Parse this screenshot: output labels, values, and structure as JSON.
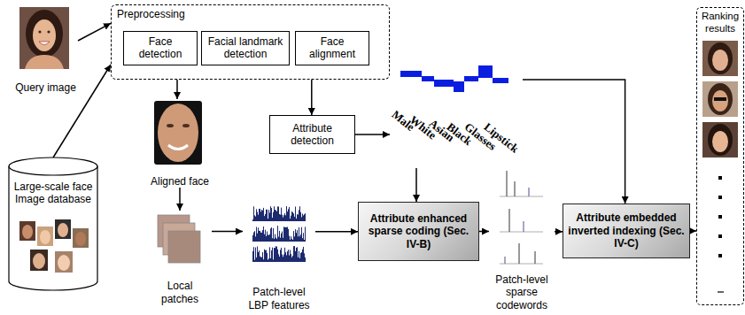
{
  "diagram": {
    "nodes": [
      {
        "text": [
          "Query image"
        ]
      },
      {
        "text": [
          "Preprocessing"
        ]
      },
      {
        "text": [
          "Face detection"
        ],
        "in": 1
      },
      {
        "text": [
          "Facial landmark detection"
        ],
        "in": 1
      },
      {
        "text": [
          "Face alignment"
        ],
        "in": 1
      },
      {
        "text": [
          "Large-scale face Image database"
        ]
      },
      {
        "text": [
          "Aligned face"
        ]
      },
      {
        "text": [
          "Attribute detection"
        ]
      },
      {
        "text": [
          "Male",
          "White",
          "Asian",
          "Black",
          "Glasses",
          "Lipstick"
        ]
      },
      {
        "text": [
          "Local patches"
        ]
      },
      {
        "text": [
          "Patch-level LBP features"
        ]
      },
      {
        "text": [
          "Attribute enhanced sparse coding (Sec. IV-B)"
        ]
      },
      {
        "text": [
          "Patch-level sparse codewords"
        ]
      },
      {
        "text": [
          "Attribute embedded inverted indexing (Sec. IV-C)"
        ]
      },
      {
        "text": [
          "Ranking results"
        ]
      }
    ],
    "edges": [
      {
        "from": 0,
        "to": 1,
        "arrow": "to"
      },
      {
        "from": 5,
        "to": 1,
        "arrow": "to"
      },
      {
        "from": 1,
        "to": 6,
        "arrow": "to"
      },
      {
        "from": 1,
        "to": 7,
        "arrow": "to"
      },
      {
        "from": 7,
        "to": 8,
        "arrow": "to"
      },
      {
        "from": 8,
        "to": 11,
        "arrow": "to"
      },
      {
        "from": 8,
        "to": 13,
        "arrow": "to"
      },
      {
        "from": 6,
        "to": 9,
        "arrow": "to"
      },
      {
        "from": 9,
        "to": 10,
        "arrow": "to"
      },
      {
        "from": 10,
        "to": 11,
        "arrow": "to"
      },
      {
        "from": 11,
        "to": 12,
        "arrow": "to"
      },
      {
        "from": 12,
        "to": 13,
        "arrow": "to"
      },
      {
        "from": 13,
        "to": 14,
        "arrow": "to"
      }
    ]
  }
}
